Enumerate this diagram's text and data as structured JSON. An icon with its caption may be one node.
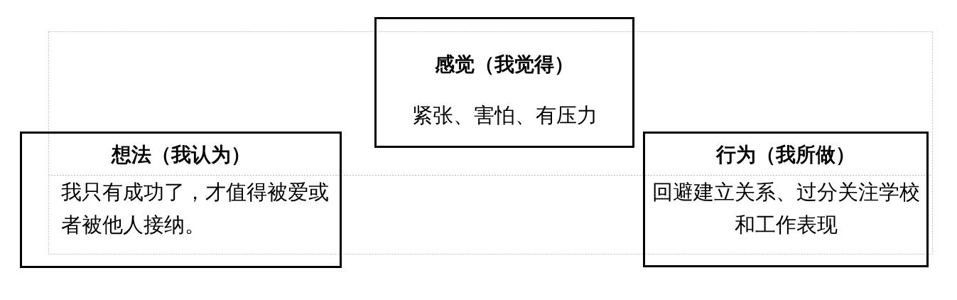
{
  "diagram": {
    "nodes": [
      {
        "text": [
          "感觉（我觉得）",
          "紧张、害怕、有压力"
        ]
      },
      {
        "text": [
          "想法（我认为）",
          "我只有成功了，才值得被爱或者被他人接纳。"
        ]
      },
      {
        "text": [
          "行为（我所做）",
          "回避建立关系、过分关注学校和工作表现"
        ]
      }
    ]
  }
}
